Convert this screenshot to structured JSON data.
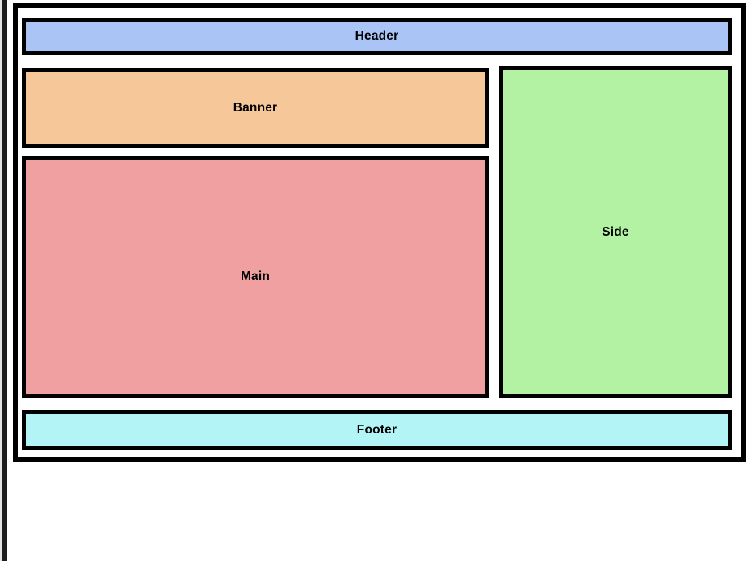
{
  "page": {
    "background_color": "#ffffff"
  },
  "window_edge": {
    "color": "#1c1c1c",
    "highlight_color": "#e3e3e3"
  },
  "frame": {
    "border_color": "#000000",
    "background_color": "#ffffff"
  },
  "regions": {
    "header": {
      "label": "Header",
      "color": "#a9c4f5",
      "border_color": "#000000"
    },
    "banner": {
      "label": "Banner",
      "color": "#f6c899",
      "border_color": "#000000"
    },
    "main": {
      "label": "Main",
      "color": "#f0a0a0",
      "border_color": "#000000"
    },
    "side": {
      "label": "Side",
      "color": "#b2f2a2",
      "border_color": "#000000"
    },
    "footer": {
      "label": "Footer",
      "color": "#b3f5f7",
      "border_color": "#000000"
    }
  }
}
